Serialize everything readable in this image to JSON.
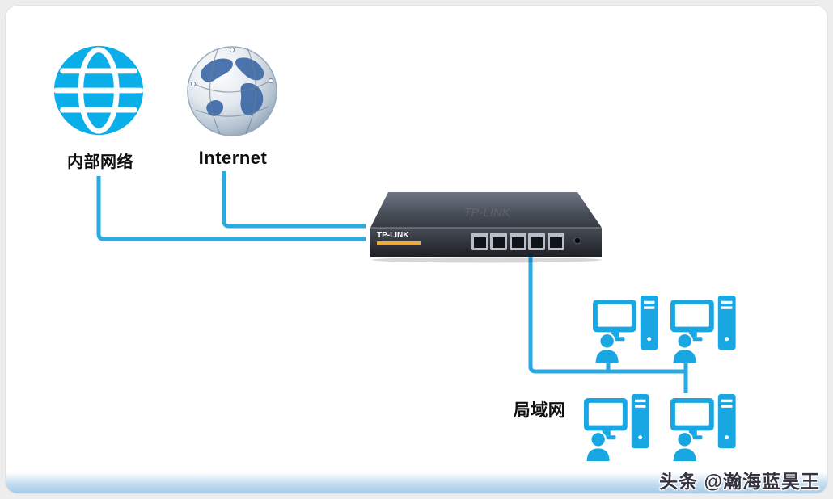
{
  "nodes": {
    "internal_network": {
      "id": "internal-network",
      "label": "内部网络",
      "icon": "globe-grid-icon"
    },
    "internet": {
      "id": "internet",
      "label": "Internet",
      "icon": "globe-earth-icon"
    },
    "router": {
      "id": "router",
      "brand": "TP-LINK",
      "type": "router",
      "ports": 5
    },
    "lan": {
      "id": "lan",
      "label": "局域网",
      "computers": 4,
      "icon": "workstation-icon"
    }
  },
  "connections": [
    {
      "from": "internal-network",
      "to": "router"
    },
    {
      "from": "internet",
      "to": "router"
    },
    {
      "from": "router",
      "to": "lan"
    }
  ],
  "watermark": {
    "text": "头条 @瀚海蓝昊王"
  },
  "colors": {
    "accent_cyan": "#18a7e2",
    "line_blue": "#29abe2",
    "router_dark": "#23262c",
    "router_light": "#6a7280",
    "label_strip_orange": "#f0a83c",
    "card_background": "#ffffff",
    "page_background": "#ededed",
    "bottom_band_blue": "#a6cae6",
    "text": "#101010"
  }
}
